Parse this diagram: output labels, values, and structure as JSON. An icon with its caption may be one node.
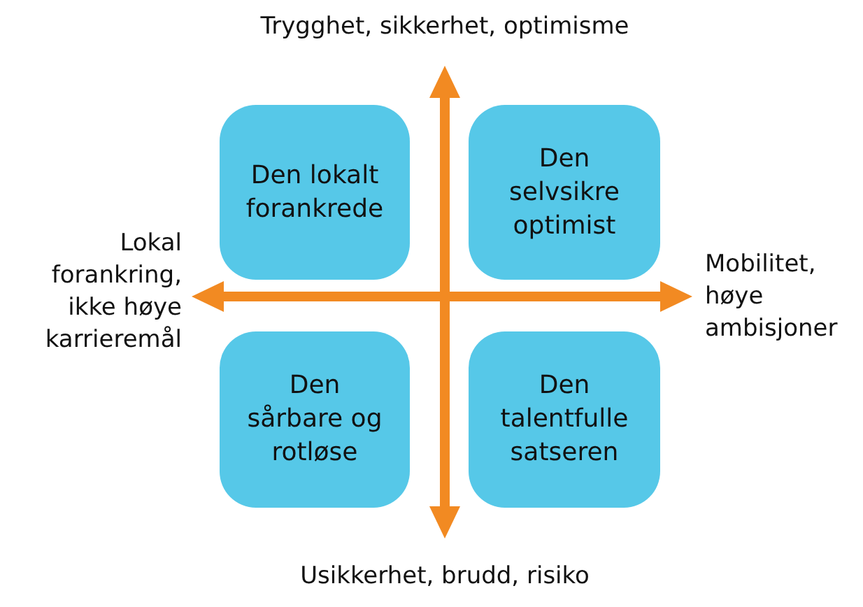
{
  "diagram": {
    "nodes": [
      {
        "text": [
          "Den lokalt forankrede"
        ]
      },
      {
        "text": [
          "Den selvsikre optimist"
        ]
      },
      {
        "text": [
          "Den sårbare og rotløse"
        ]
      },
      {
        "text": [
          "Den talentfulle satseren"
        ]
      }
    ],
    "labels": [
      "Trygghet, sikkerhet, optimisme",
      "Lokal forankring, ikke høye karrieremål",
      "Mobilitet, høye ambisjoner",
      "Usikkerhet, brudd, risiko"
    ]
  }
}
